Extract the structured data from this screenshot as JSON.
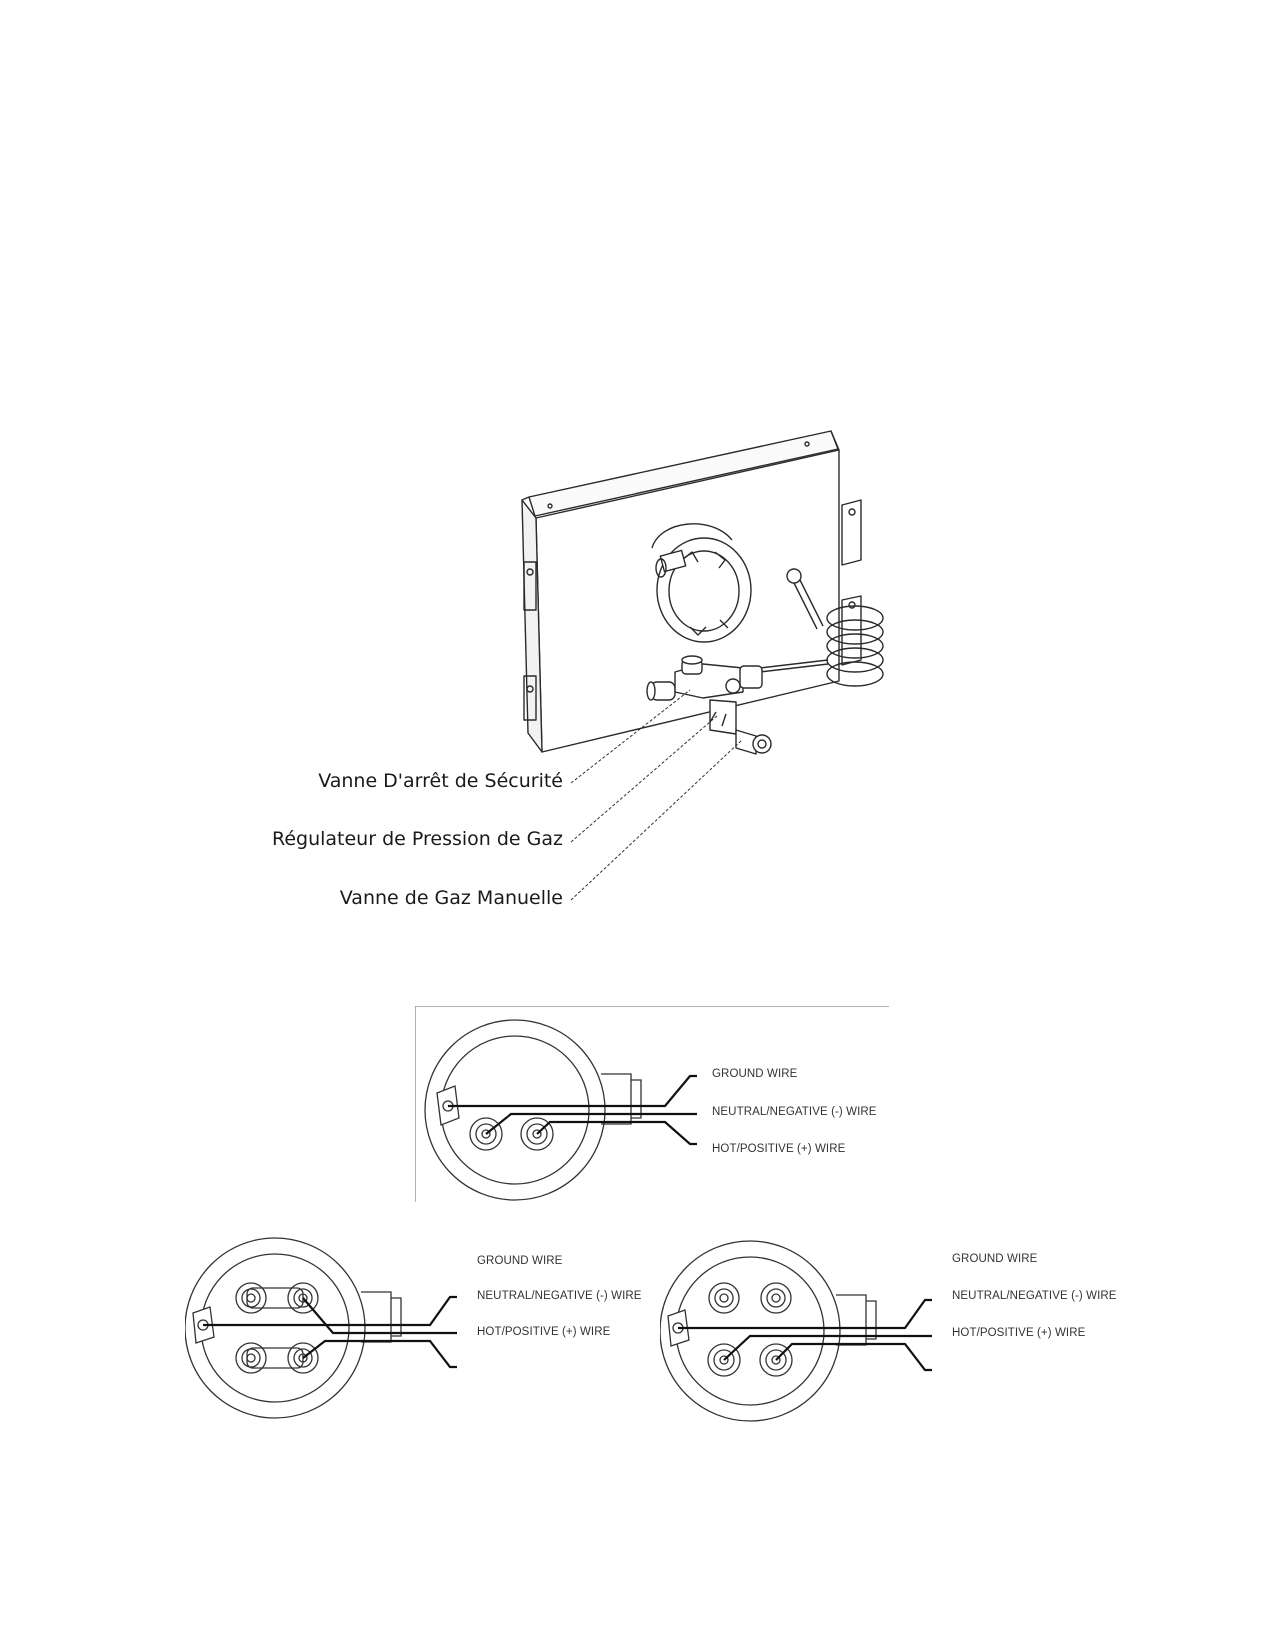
{
  "gas_figure": {
    "labels": {
      "safety_valve": "Vanne D'arrêt de Sécurité",
      "pressure_regulator": "Régulateur de Pression de Gaz",
      "manual_valve": "Vanne de Gaz Manuelle"
    }
  },
  "wiring_top": {
    "ground": "GROUND WIRE",
    "neutral": "NEUTRAL/NEGATIVE (-) WIRE",
    "hot": "HOT/POSITIVE (+) WIRE"
  },
  "wiring_bottom_left": {
    "ground": "GROUND WIRE",
    "neutral": "NEUTRAL/NEGATIVE (-) WIRE",
    "hot": "HOT/POSITIVE (+) WIRE"
  },
  "wiring_bottom_right": {
    "ground": "GROUND WIRE",
    "neutral": "NEUTRAL/NEGATIVE (-) WIRE",
    "hot": "HOT/POSITIVE (+) WIRE"
  }
}
